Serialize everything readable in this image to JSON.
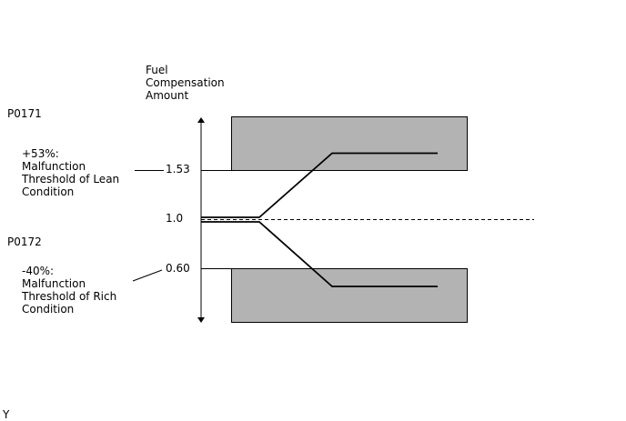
{
  "axis": {
    "title_lines": [
      "Fuel",
      "Compensation",
      "Amount"
    ],
    "ticks": {
      "upper": "1.53",
      "center": "1.0",
      "lower": "0.60"
    }
  },
  "lean": {
    "code": "P0171",
    "note_lines": [
      "+53%:",
      "Malfunction",
      "Threshold of Lean",
      "Condition"
    ]
  },
  "rich": {
    "code": "P0172",
    "note_lines": [
      "-40%:",
      "Malfunction",
      "Threshold of Rich",
      "Condition"
    ]
  },
  "footer_mark": "Y",
  "colors": {
    "zone_fill": "#b3b3b3",
    "line": "#000000"
  }
}
